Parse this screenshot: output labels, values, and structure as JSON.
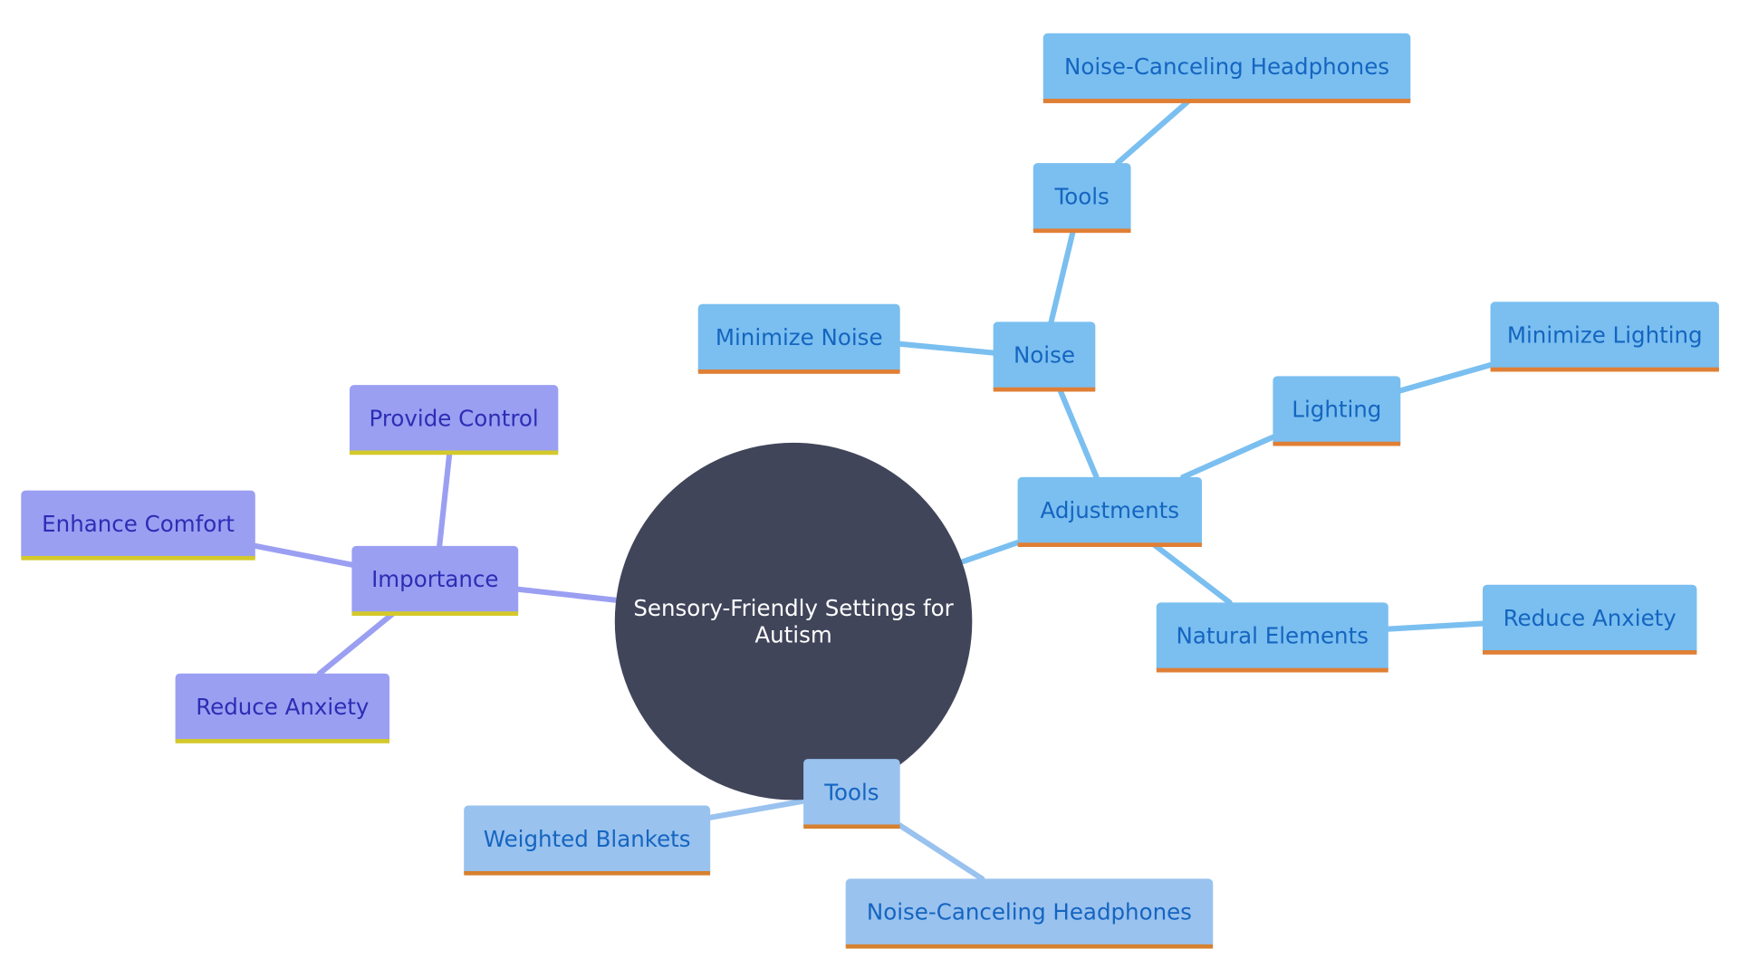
{
  "diagram": {
    "root": {
      "label": "Sensory-Friendly Settings for\nAutism"
    },
    "branches": {
      "adjustments": {
        "label": "Adjustments",
        "noise": {
          "label": "Noise",
          "minimize_noise": "Minimize Noise",
          "tools": {
            "label": "Tools",
            "headphones": "Noise-Canceling Headphones"
          }
        },
        "lighting": {
          "label": "Lighting",
          "minimize_lighting": "Minimize Lighting"
        },
        "natural_elements": {
          "label": "Natural Elements",
          "reduce_anxiety": "Reduce Anxiety"
        }
      },
      "importance": {
        "label": "Importance",
        "provide_control": "Provide Control",
        "enhance_comfort": "Enhance Comfort",
        "reduce_anxiety": "Reduce Anxiety"
      },
      "tools": {
        "label": "Tools",
        "weighted_blankets": "Weighted Blankets",
        "headphones": "Noise-Canceling Headphones"
      }
    }
  },
  "colors": {
    "root_fill": "#41455a",
    "root_text": "#ffffff",
    "adjustments_fill": "#7abff0",
    "tools_fill": "#99c2ef",
    "importance_fill": "#9b9ff2",
    "node_text_blue": "#1565c0",
    "node_text_purple": "#2d2db4",
    "underline_orange": "#e07f35",
    "underline_yellow": "#d4c92a",
    "edge_adjustments": "#7abff0",
    "edge_tools": "#99c2ef",
    "edge_importance": "#9b9ff2"
  }
}
